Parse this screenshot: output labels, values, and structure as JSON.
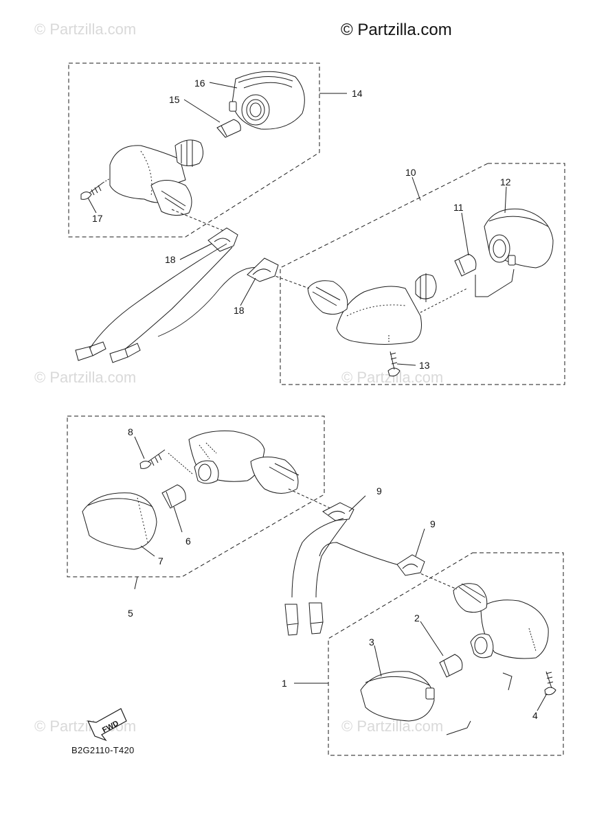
{
  "brand": "© Partzilla.com",
  "watermark": "© Partzilla.com",
  "diagram_code": "B2G2110-T420",
  "fwd_label": "FWD",
  "callouts": {
    "c1": "1",
    "c2": "2",
    "c3": "3",
    "c4": "4",
    "c5": "5",
    "c6": "6",
    "c7": "7",
    "c8": "8",
    "c9a": "9",
    "c9b": "9",
    "c10": "10",
    "c11": "11",
    "c12": "12",
    "c13": "13",
    "c14": "14",
    "c15": "15",
    "c16": "16",
    "c17": "17",
    "c18a": "18",
    "c18b": "18"
  },
  "colors": {
    "line": "#1a1a1a",
    "watermark": "#d9d9d9",
    "background": "#ffffff"
  }
}
